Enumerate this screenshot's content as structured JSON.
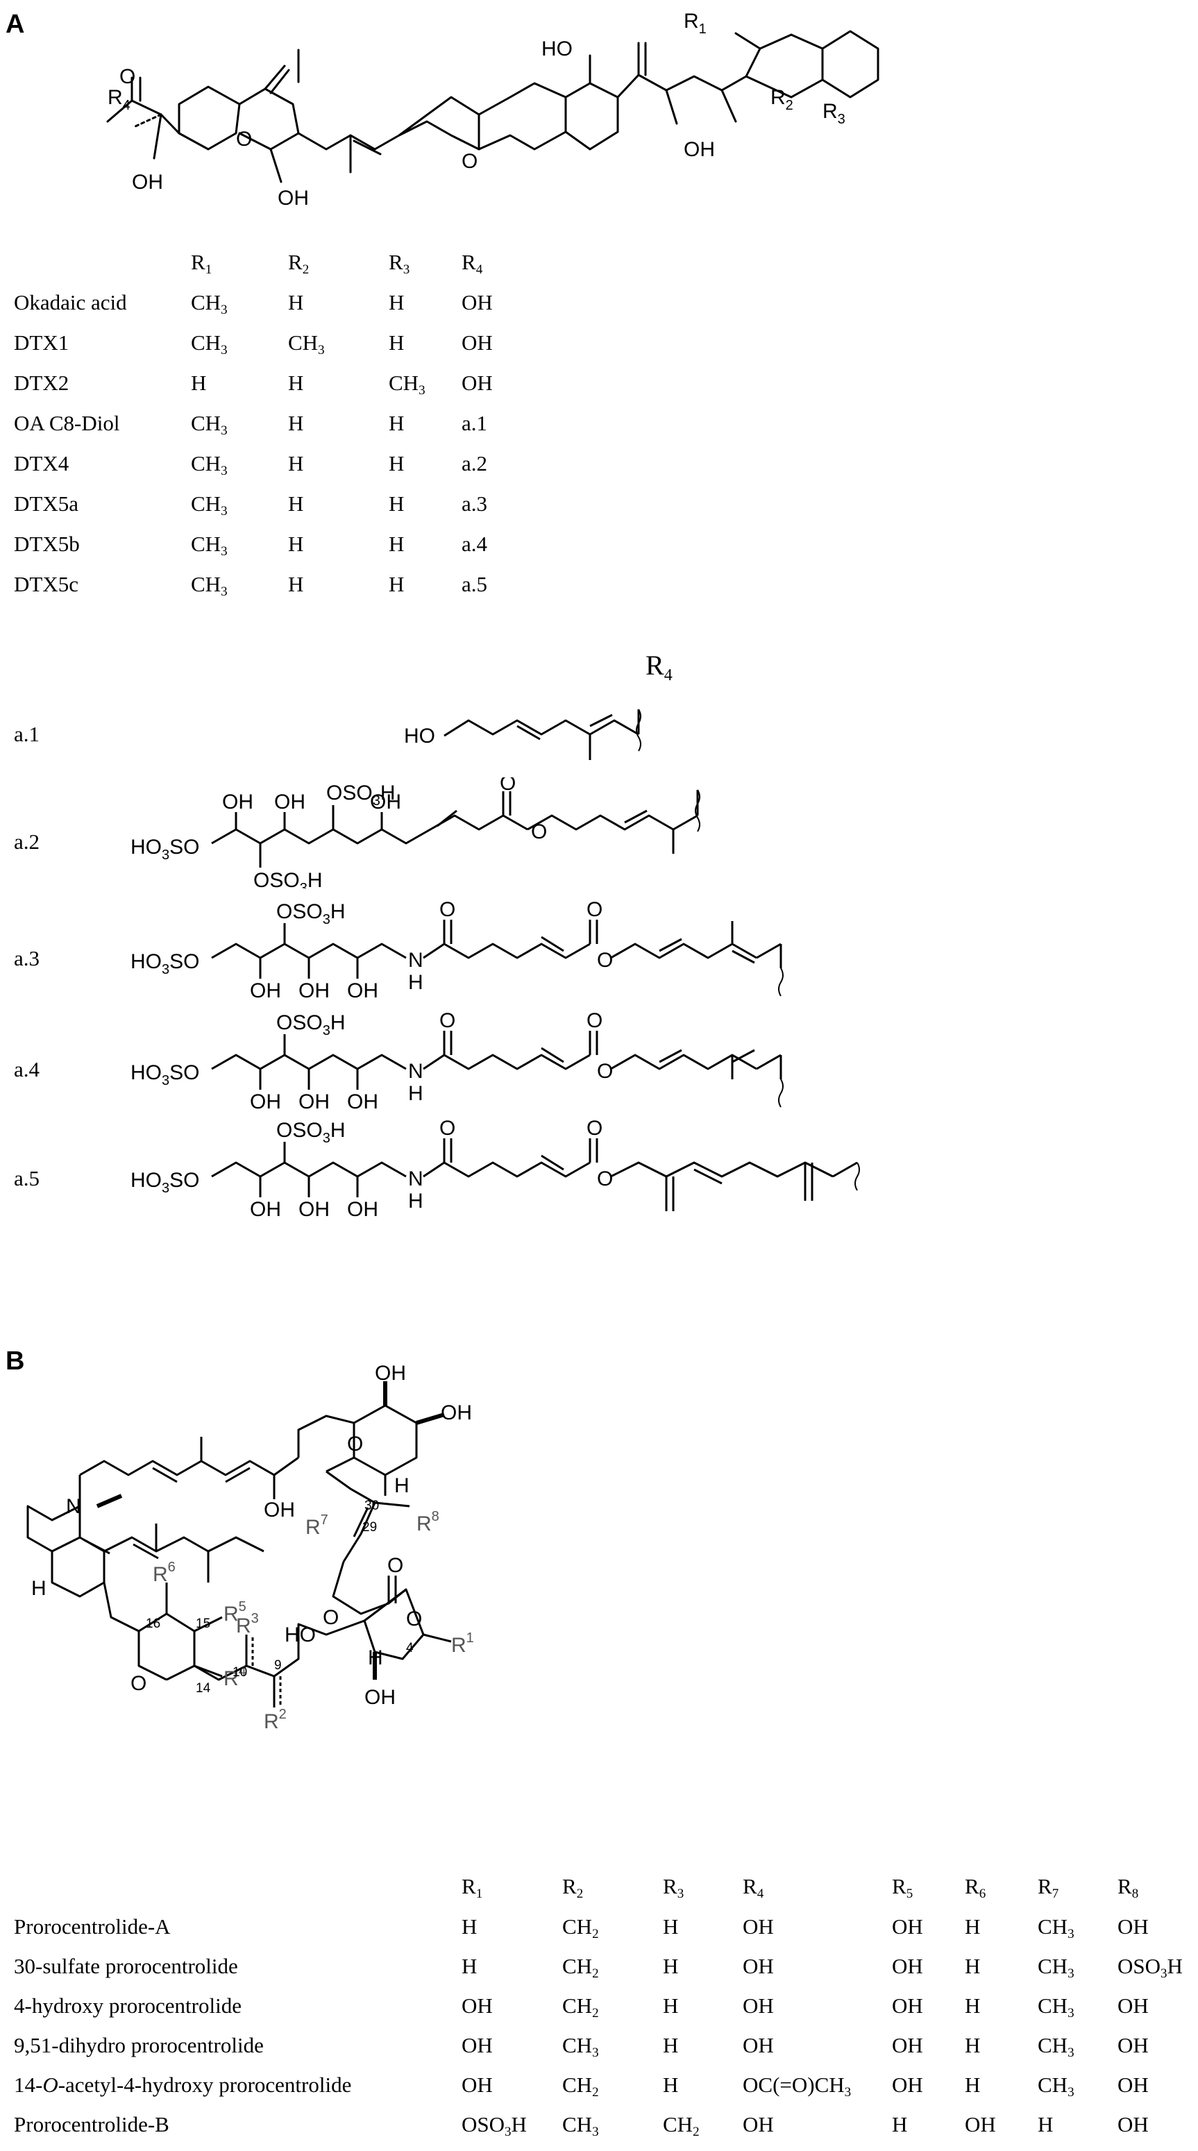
{
  "panel_a": {
    "letter": "A",
    "structure": {
      "labels": {
        "r1": "R",
        "r1_sub": "1",
        "r2": "R",
        "r2_sub": "2",
        "r3": "R",
        "r3_sub": "3",
        "r4": "R",
        "r4_sub": "4",
        "ho": "HO",
        "oh_a": "OH",
        "oh_b": "OH",
        "oh_c": "OH",
        "o": "O"
      }
    },
    "table": {
      "headers": [
        "R",
        "R",
        "R",
        "R"
      ],
      "header_subs": [
        "1",
        "2",
        "3",
        "4"
      ],
      "rows": [
        {
          "name": "Okadaic acid",
          "cells": [
            [
              "CH",
              "3"
            ],
            [
              "H",
              ""
            ],
            [
              "H",
              ""
            ],
            [
              "OH",
              ""
            ]
          ]
        },
        {
          "name": "DTX1",
          "cells": [
            [
              "CH",
              "3"
            ],
            [
              "CH",
              "3"
            ],
            [
              "H",
              ""
            ],
            [
              "OH",
              ""
            ]
          ]
        },
        {
          "name": "DTX2",
          "cells": [
            [
              "H",
              ""
            ],
            [
              "H",
              ""
            ],
            [
              "CH",
              "3"
            ],
            [
              "OH",
              ""
            ]
          ]
        },
        {
          "name": "OA C8-Diol",
          "cells": [
            [
              "CH",
              "3"
            ],
            [
              "H",
              ""
            ],
            [
              "H",
              ""
            ],
            [
              "a.1",
              ""
            ]
          ]
        },
        {
          "name": "DTX4",
          "cells": [
            [
              "CH",
              "3"
            ],
            [
              "H",
              ""
            ],
            [
              "H",
              ""
            ],
            [
              "a.2",
              ""
            ]
          ]
        },
        {
          "name": "DTX5a",
          "cells": [
            [
              "CH",
              "3"
            ],
            [
              "H",
              ""
            ],
            [
              "H",
              ""
            ],
            [
              "a.3",
              ""
            ]
          ]
        },
        {
          "name": "DTX5b",
          "cells": [
            [
              "CH",
              "3"
            ],
            [
              "H",
              ""
            ],
            [
              "H",
              ""
            ],
            [
              "a.4",
              ""
            ]
          ]
        },
        {
          "name": "DTX5c",
          "cells": [
            [
              "CH",
              "3"
            ],
            [
              "H",
              ""
            ],
            [
              "H",
              ""
            ],
            [
              "a.5",
              ""
            ]
          ]
        }
      ]
    },
    "r4_heading": {
      "main": "R",
      "sub": "4"
    },
    "substituents": [
      {
        "label": "a.1"
      },
      {
        "label": "a.2"
      },
      {
        "label": "a.3"
      },
      {
        "label": "a.4"
      },
      {
        "label": "a.5"
      }
    ],
    "substituent_text": {
      "ho": "HO",
      "ho3so": "HO",
      "ho3so_sub": "3",
      "ho3so_tail": "SO",
      "oso3h": "OSO",
      "oso3h_sub": "3",
      "oso3h_tail": "H",
      "oh": "OH",
      "o": "O",
      "n": "N",
      "h": "H"
    }
  },
  "panel_b": {
    "letter": "B",
    "structure": {
      "labels": {
        "n": "N",
        "h": "H",
        "oh": "OH",
        "ho": "HO",
        "o": "O",
        "r1": "R",
        "r1_sup": "1",
        "r2": "R",
        "r2_sup": "2",
        "r3": "R",
        "r3_sup": "3",
        "r4": "R",
        "r4_sup": "4",
        "r5": "R",
        "r5_sup": "5",
        "r6": "R",
        "r6_sup": "6",
        "r7": "R",
        "r7_sup": "7",
        "r8": "R",
        "r8_sup": "8"
      },
      "atom_numbers": [
        "30",
        "29",
        "16",
        "15",
        "14",
        "10",
        "9",
        "4"
      ]
    },
    "table": {
      "headers": [
        "R",
        "R",
        "R",
        "R",
        "R",
        "R",
        "R",
        "R"
      ],
      "header_subs": [
        "1",
        "2",
        "3",
        "4",
        "5",
        "6",
        "7",
        "8"
      ],
      "rows": [
        {
          "name": "Prorocentrolide-A",
          "name_italic": "",
          "name_tail": "",
          "cells": [
            [
              "H",
              ""
            ],
            [
              "CH",
              "2"
            ],
            [
              "H",
              ""
            ],
            [
              "OH",
              ""
            ],
            [
              "OH",
              ""
            ],
            [
              "H",
              ""
            ],
            [
              "CH",
              "3"
            ],
            [
              "OH",
              ""
            ]
          ]
        },
        {
          "name": "30-sulfate prorocentrolide",
          "name_italic": "",
          "name_tail": "",
          "cells": [
            [
              "H",
              ""
            ],
            [
              "CH",
              "2"
            ],
            [
              "H",
              ""
            ],
            [
              "OH",
              ""
            ],
            [
              "OH",
              ""
            ],
            [
              "H",
              ""
            ],
            [
              "CH",
              "3"
            ],
            [
              "OSO",
              "3",
              "H"
            ]
          ]
        },
        {
          "name": "4-hydroxy prorocentrolide",
          "name_italic": "",
          "name_tail": "",
          "cells": [
            [
              "OH",
              ""
            ],
            [
              "CH",
              "2"
            ],
            [
              "H",
              ""
            ],
            [
              "OH",
              ""
            ],
            [
              "OH",
              ""
            ],
            [
              "H",
              ""
            ],
            [
              "CH",
              "3"
            ],
            [
              "OH",
              ""
            ]
          ]
        },
        {
          "name": "9,51-dihydro prorocentrolide",
          "name_italic": "",
          "name_tail": "",
          "cells": [
            [
              "OH",
              ""
            ],
            [
              "CH",
              "3"
            ],
            [
              "H",
              ""
            ],
            [
              "OH",
              ""
            ],
            [
              "OH",
              ""
            ],
            [
              "H",
              ""
            ],
            [
              "CH",
              "3"
            ],
            [
              "OH",
              ""
            ]
          ]
        },
        {
          "name": "14-",
          "name_italic": "O",
          "name_tail": "-acetyl-4-hydroxy prorocentrolide",
          "cells": [
            [
              "OH",
              ""
            ],
            [
              "CH",
              "2"
            ],
            [
              "H",
              ""
            ],
            [
              "OC(=O)CH",
              "3"
            ],
            [
              "OH",
              ""
            ],
            [
              "H",
              ""
            ],
            [
              "CH",
              "3"
            ],
            [
              "OH",
              ""
            ]
          ]
        },
        {
          "name": "Prorocentrolide-B",
          "name_italic": "",
          "name_tail": "",
          "cells": [
            [
              "OSO",
              "3",
              "H"
            ],
            [
              "CH",
              "3"
            ],
            [
              "CH",
              "2"
            ],
            [
              "OH",
              ""
            ],
            [
              "H",
              ""
            ],
            [
              "OH",
              ""
            ],
            [
              "H",
              ""
            ],
            [
              "OH",
              ""
            ]
          ]
        }
      ]
    }
  }
}
